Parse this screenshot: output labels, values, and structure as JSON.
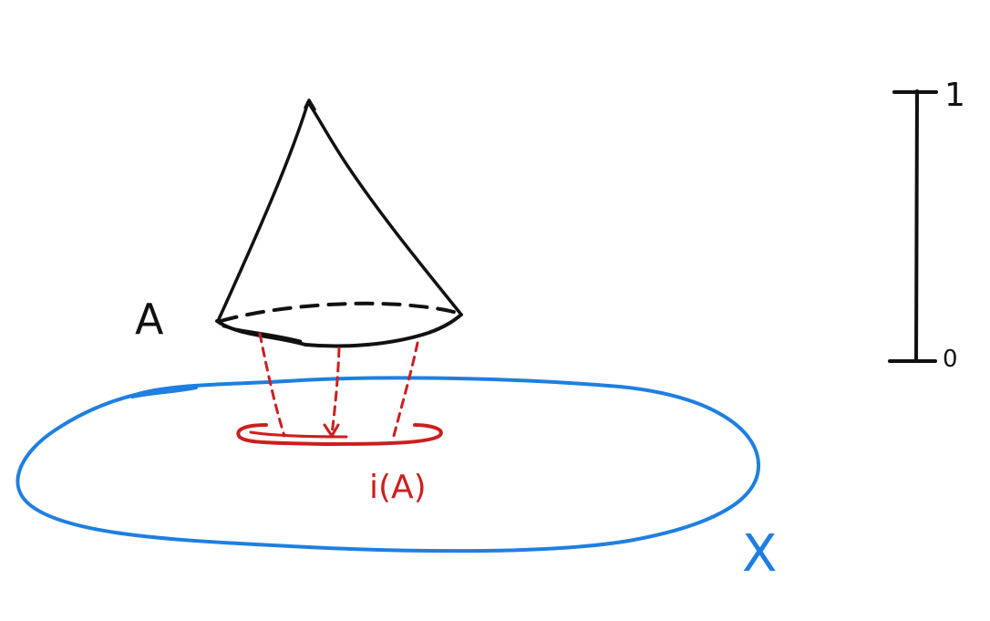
{
  "labels": {
    "cone_label": "A",
    "image_label": "i(A)",
    "space_label": "X",
    "interval_top": "1",
    "interval_bottom": "0"
  },
  "colors": {
    "cone": "#111111",
    "embedding": "#cc1f1f",
    "space": "#1f7fe0",
    "interval": "#111111"
  }
}
